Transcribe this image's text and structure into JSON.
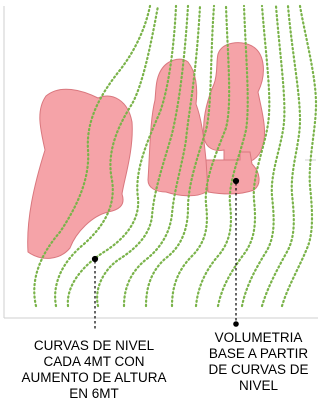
{
  "colors": {
    "contour": "#7ab34a",
    "volume_fill": "#f5a3a8",
    "volume_stroke": "#d9777e",
    "frame": "#cfcfcf",
    "leader": "#000000"
  },
  "labels": {
    "contour_lines": [
      "CURVAS DE NIVEL",
      "CADA 4MT CON",
      "AUMENTO DE ALTURA",
      "EN 6MT"
    ],
    "volumetry": [
      "VOLUMETRIA",
      "BASE A PARTIR",
      "DE CURVAS DE",
      "NIVEL"
    ]
  }
}
